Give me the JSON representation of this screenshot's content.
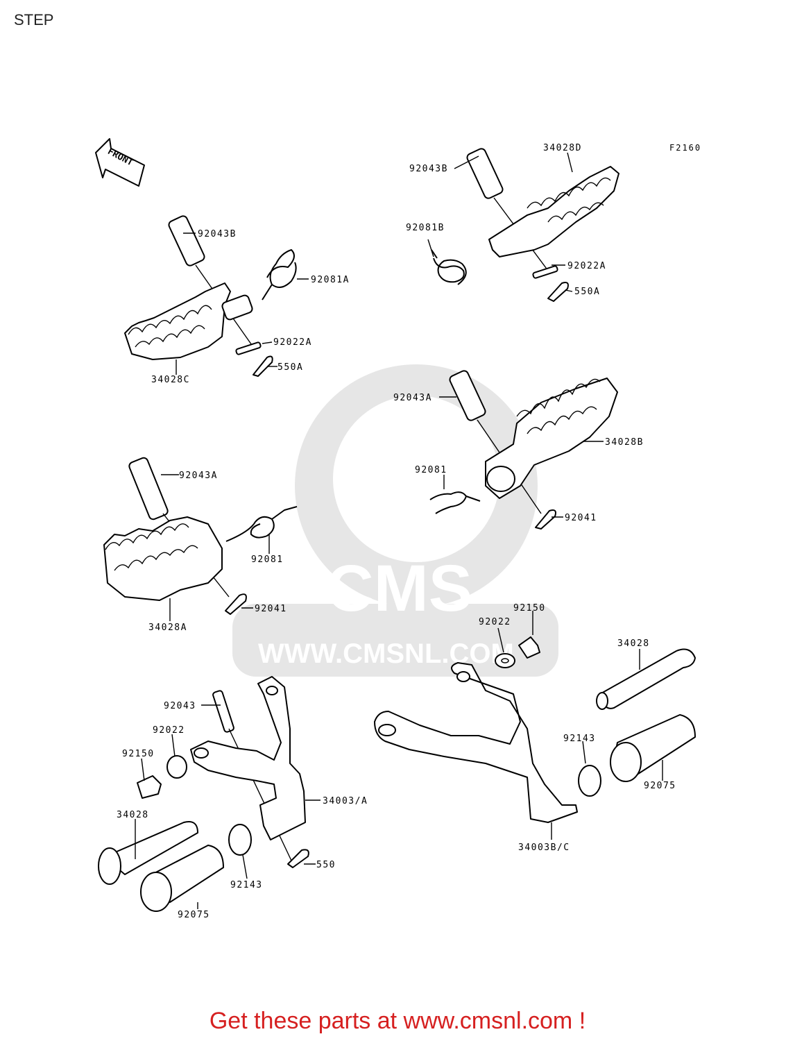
{
  "page": {
    "title": "STEP",
    "figure_code": "F2160"
  },
  "front_arrow": {
    "label": "FRONT"
  },
  "watermark": {
    "brand": "CMS",
    "url": "WWW.CMSNL.COM"
  },
  "part_labels": {
    "p92043B_1": "92043B",
    "p34028D": "34028D",
    "p92081B": "92081B",
    "p92022A_1": "92022A",
    "p550A_1": "550A",
    "p92043B_2": "92043B",
    "p92081A": "92081A",
    "p92022A_2": "92022A",
    "p550A_2": "550A",
    "p34028C": "34028C",
    "p92043A_1": "92043A",
    "p34028B": "34028B",
    "p92081_1": "92081",
    "p92041_1": "92041",
    "p92043A_2": "92043A",
    "p92081_2": "92081",
    "p92041_2": "92041",
    "p34028A": "34028A",
    "p92150_1": "92150",
    "p92022_1": "92022",
    "p34028_1": "34028",
    "p92143_1": "92143",
    "p92075_1": "92075",
    "p34003BC": "34003B/C",
    "p92043": "92043",
    "p92022_2": "92022",
    "p92150_2": "92150",
    "p34003A": "34003/A",
    "p34028_2": "34028",
    "p550": "550",
    "p92143_2": "92143",
    "p92075_2": "92075"
  },
  "footer": {
    "text": "Get these parts at www.cmsnl.com !"
  }
}
